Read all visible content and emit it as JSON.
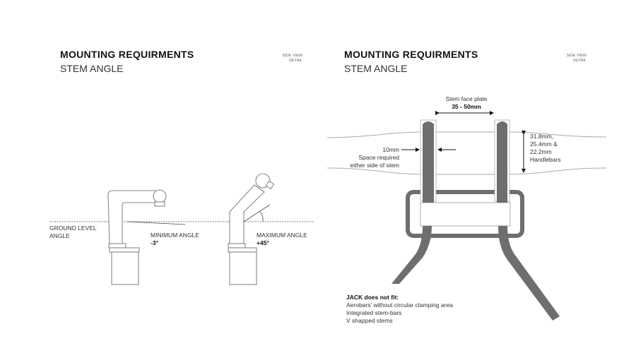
{
  "left_panel": {
    "title": "MOUNTING REQUIRMENTS",
    "subtitle": "STEM ANGLE",
    "side_view": [
      "SIDE VIEW",
      "DETAIL"
    ],
    "ground_label": [
      "GROUND LEVEL",
      "ANGLE"
    ],
    "min_angle": {
      "label": "MINIMUM ANGLE",
      "value": "-3°"
    },
    "max_angle": {
      "label": "MAXIMUM ANGLE",
      "value": "+45°"
    }
  },
  "right_panel": {
    "title": "MOUNTING REQUIRMENTS",
    "subtitle": "STEM ANGLE",
    "side_view": [
      "SIDE VIEW",
      "DETAIL"
    ],
    "face_plate": [
      "Stem face plate",
      "35 - 50mm"
    ],
    "spacing": [
      "10mm",
      "Space required",
      "either side of stem"
    ],
    "handlebars": [
      "31.8mm,",
      "25.4mm &",
      "22.2mm",
      "Handlebars"
    ],
    "not_fit": {
      "heading": "JACK does not fit:",
      "items": [
        "Aerobars' without circular clamping area",
        "Integrated stem-bars",
        "V shapped stems"
      ]
    }
  },
  "colors": {
    "bar": "#6e6e6e",
    "outline": "#888888"
  }
}
